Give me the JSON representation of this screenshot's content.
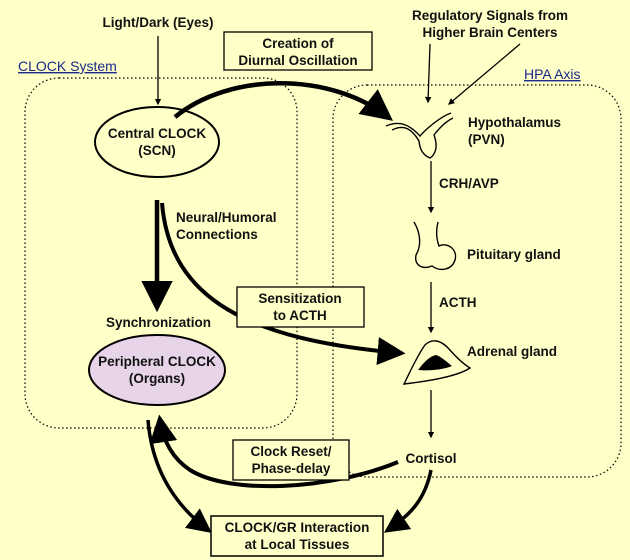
{
  "colors": {
    "background": "#ffffc8",
    "peripheral_fill": "#e8d4e8",
    "stroke": "#000000"
  },
  "regions": {
    "clock_system": "CLOCK System",
    "hpa_axis": "HPA Axis"
  },
  "inputs": {
    "light_dark": "Light/Dark (Eyes)",
    "regulatory_line1": "Regulatory Signals from",
    "regulatory_line2": "Higher Brain Centers"
  },
  "nodes": {
    "central_clock_line1": "Central CLOCK",
    "central_clock_line2": "(SCN)",
    "peripheral_clock_line1": "Peripheral CLOCK",
    "peripheral_clock_line2": "(Organs)",
    "hypothalamus_line1": "Hypothalamus",
    "hypothalamus_line2": "(PVN)",
    "pituitary": "Pituitary gland",
    "adrenal": "Adrenal gland",
    "cortisol": "Cortisol",
    "clock_gr_line1": "CLOCK/GR Interaction",
    "clock_gr_line2": "at Local Tissues"
  },
  "edge_labels": {
    "diurnal_line1": "Creation of",
    "diurnal_line2": "Diurnal Oscillation",
    "neural_line1": "Neural/Humoral",
    "neural_line2": "Connections",
    "synchronization": "Synchronization",
    "sensitization_line1": "Sensitization",
    "sensitization_line2": "to ACTH",
    "crh_avp": "CRH/AVP",
    "acth": "ACTH",
    "reset_line1": "Clock Reset/",
    "reset_line2": "Phase-delay"
  }
}
